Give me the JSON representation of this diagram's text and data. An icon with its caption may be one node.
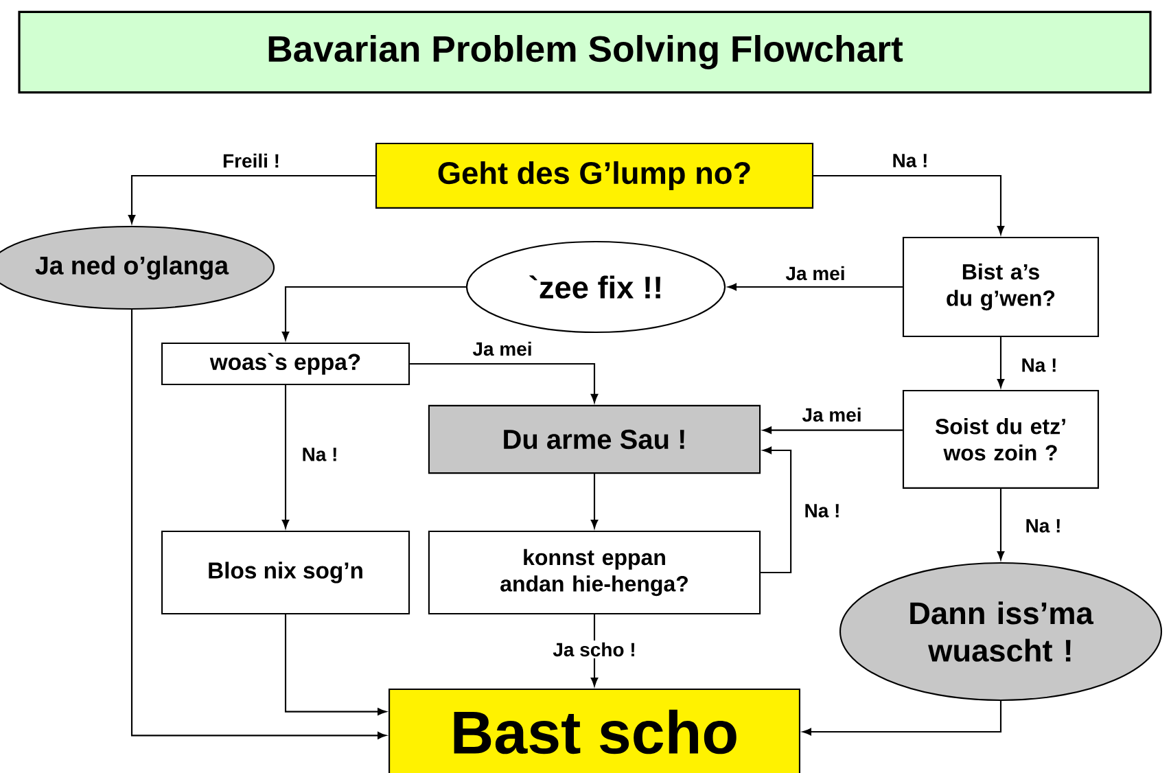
{
  "diagram": {
    "title": "Bavarian Problem Solving Flowchart",
    "nodes": [
      {
        "text": [
          "Geht des G’lump no?"
        ]
      },
      {
        "text": [
          "Ja ned o’glanga"
        ]
      },
      {
        "text": [
          "`zee fix !!"
        ]
      },
      {
        "text": [
          "Bist a’s du g’wen?"
        ]
      },
      {
        "text": [
          "woas`s eppa?"
        ]
      },
      {
        "text": [
          "Du arme Sau !"
        ]
      },
      {
        "text": [
          "Soist du etz’ wos zoin ?"
        ]
      },
      {
        "text": [
          "Blos nix sog’n"
        ]
      },
      {
        "text": [
          "konnst eppan andan hie-henga?"
        ]
      },
      {
        "text": [
          "Dann iss’ma wuascht !"
        ]
      },
      {
        "text": [
          "Bast scho"
        ]
      }
    ],
    "edges": [
      {
        "from": 0,
        "to": 1,
        "arrow": "to",
        "label": "Freili !"
      },
      {
        "from": 0,
        "to": 3,
        "arrow": "to",
        "label": "Na !"
      },
      {
        "from": 3,
        "to": 2,
        "arrow": "to",
        "label": "Ja mei"
      },
      {
        "from": 2,
        "to": 4,
        "arrow": "to"
      },
      {
        "from": 4,
        "to": 5,
        "arrow": "to",
        "label": "Ja mei"
      },
      {
        "from": 4,
        "to": 7,
        "arrow": "to",
        "label": "Na !"
      },
      {
        "from": 3,
        "to": 6,
        "arrow": "to",
        "label": "Na !"
      },
      {
        "from": 6,
        "to": 5,
        "arrow": "to",
        "label": "Ja mei"
      },
      {
        "from": 5,
        "to": 8,
        "arrow": "to"
      },
      {
        "from": 8,
        "to": 5,
        "arrow": "to",
        "label": "Na !"
      },
      {
        "from": 6,
        "to": 9,
        "arrow": "to",
        "label": "Na !"
      },
      {
        "from": 8,
        "to": 10,
        "arrow": "to",
        "label": "Ja scho !"
      },
      {
        "from": 7,
        "to": 10,
        "arrow": "to"
      },
      {
        "from": 1,
        "to": 10,
        "arrow": "to"
      },
      {
        "from": 9,
        "to": 10,
        "arrow": "to"
      }
    ]
  }
}
